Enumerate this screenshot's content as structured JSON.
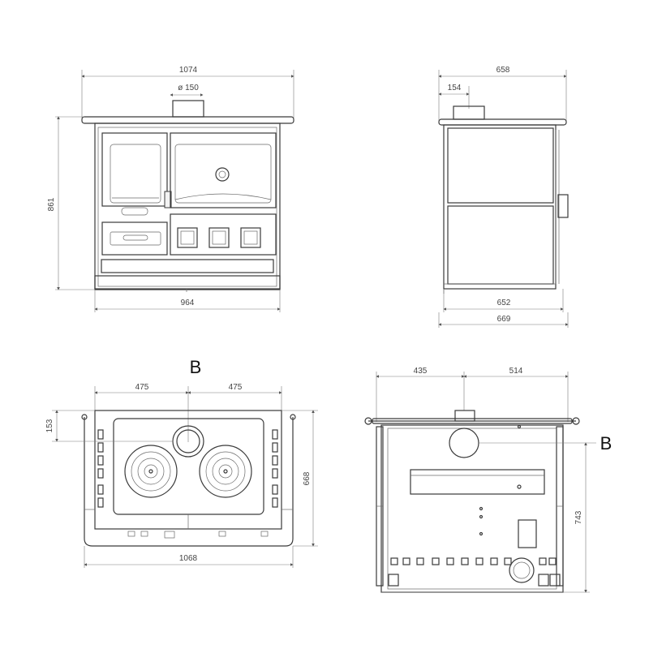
{
  "front_view": {
    "width_top": "1074",
    "flue_diameter": "ø 150",
    "height": "861",
    "width_bottom": "964"
  },
  "side_view": {
    "depth_top": "658",
    "flue_offset": "154",
    "depth_base": "652",
    "depth_total": "669"
  },
  "top_view": {
    "marker": "B",
    "left_offset": "475",
    "right_offset": "475",
    "flue_from_back": "153",
    "depth": "668",
    "width": "1068"
  },
  "back_view": {
    "marker": "B",
    "left_offset": "435",
    "right_offset": "514",
    "flue_height": "743"
  }
}
